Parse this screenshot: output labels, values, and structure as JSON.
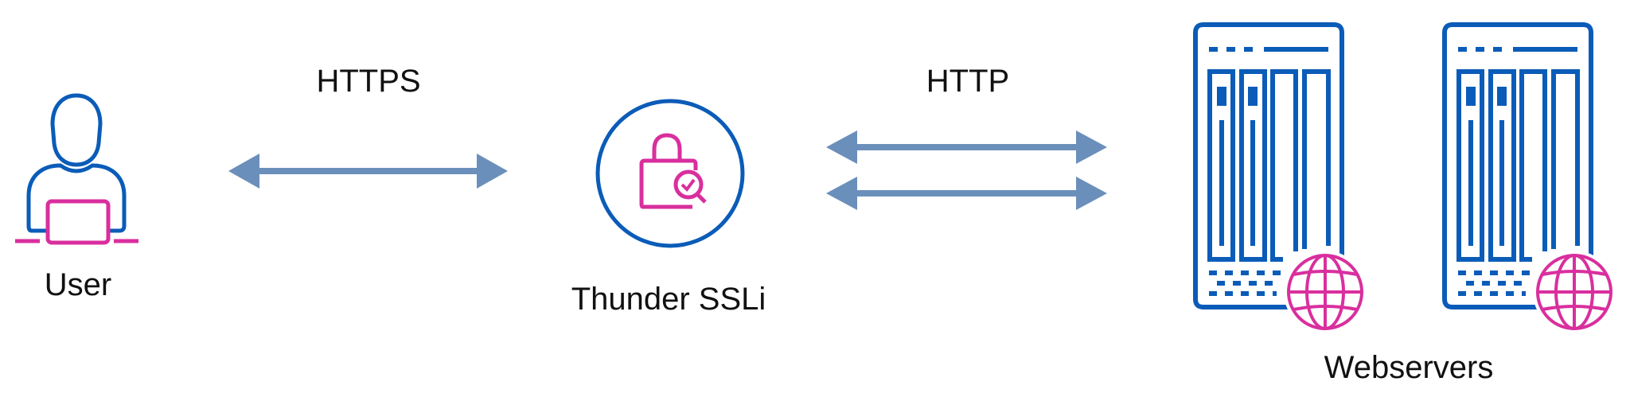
{
  "colors": {
    "primary_blue": "#0b5cb8",
    "accent_pink": "#d92f9e",
    "arrow": "#6b8fbb",
    "text": "#111111"
  },
  "nodes": {
    "user": {
      "label": "User",
      "icon": "user-at-laptop-icon"
    },
    "ssli": {
      "label": "Thunder SSLi",
      "icon": "lock-inspect-icon"
    },
    "webservers": {
      "label": "Webservers",
      "icon": "server-globe-icon"
    }
  },
  "links": {
    "user_ssli": {
      "label": "HTTPS",
      "direction": "bidirectional"
    },
    "ssli_servers": {
      "label": "HTTP",
      "direction": "bidirectional",
      "count": 2
    }
  }
}
